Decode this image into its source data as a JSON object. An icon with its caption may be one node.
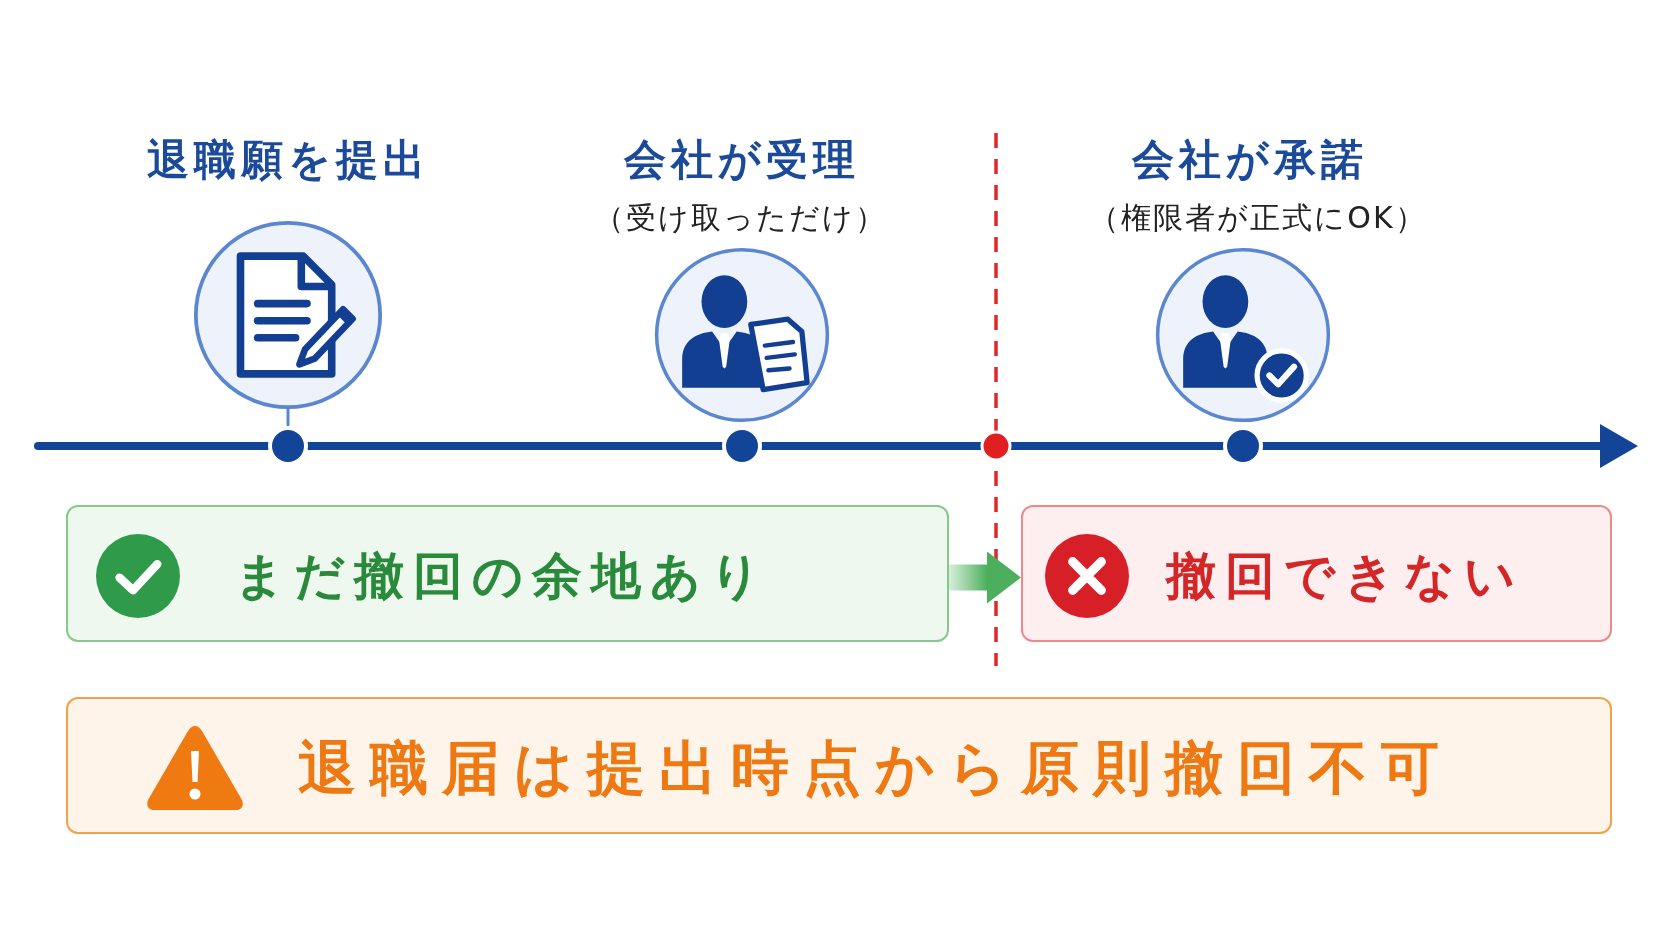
{
  "diagram": {
    "nodes": [
      {
        "text": [
          "退職願を提出"
        ]
      },
      {
        "text": [
          "会社が受理",
          "（受け取っただけ）"
        ]
      },
      {
        "text": [
          "会社が承諾",
          "（権限者が正式にOK）"
        ]
      },
      {
        "text": [
          "まだ撤回の余地あり"
        ]
      },
      {
        "text": [
          "撤回できない"
        ]
      },
      {
        "text": [
          "退職届は提出時点から原則撤回不可"
        ]
      }
    ],
    "edges": [
      {
        "from": 3,
        "to": 4,
        "arrow": "to"
      }
    ]
  }
}
